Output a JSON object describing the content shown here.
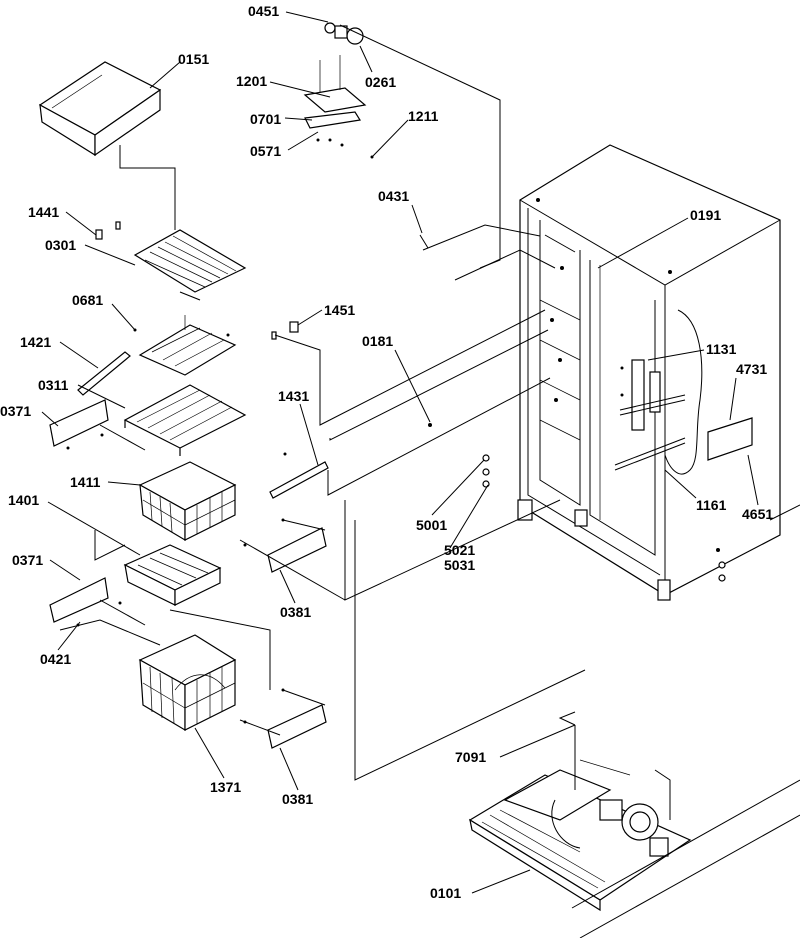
{
  "callouts": {
    "c0451": "0451",
    "c0261": "0261",
    "c0151": "0151",
    "c1201": "1201",
    "c0701": "0701",
    "c0571": "0571",
    "c1211": "1211",
    "c0431": "0431",
    "c0191": "0191",
    "c1441": "1441",
    "c0301": "0301",
    "c1451": "1451",
    "c0681": "0681",
    "c0181": "0181",
    "c1421": "1421",
    "c1131": "1131",
    "c4731": "4731",
    "c0311": "0311",
    "c0371a": "0371",
    "c1431": "1431",
    "c1411": "1411",
    "c1161": "1161",
    "c4651": "4651",
    "c1401": "1401",
    "c5001": "5001",
    "c5021": "5021",
    "c5031": "5031",
    "c0371b": "0371",
    "c0381a": "0381",
    "c0421": "0421",
    "c1371": "1371",
    "c0381b": "0381",
    "c7091": "7091",
    "c0101": "0101"
  }
}
